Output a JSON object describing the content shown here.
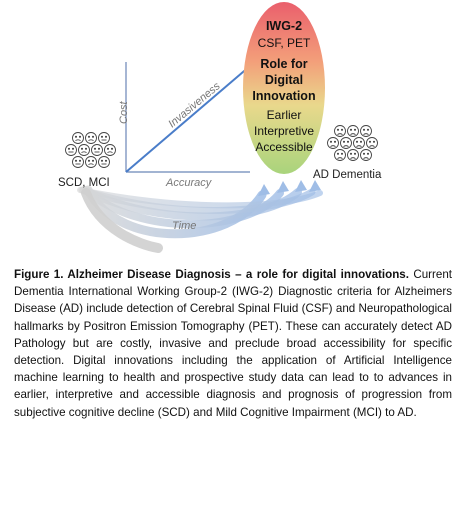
{
  "figure": {
    "oval_lines": [
      {
        "text": "IWG-2",
        "bold": true
      },
      {
        "text": "CSF, PET",
        "bold": false
      },
      {
        "text": "Role for",
        "bold": true
      },
      {
        "text": "Digital",
        "bold": true
      },
      {
        "text": "Innovation",
        "bold": true
      },
      {
        "text": "Earlier",
        "bold": false
      },
      {
        "text": "Interpretive",
        "bold": false
      },
      {
        "text": "Accessible",
        "bold": false
      }
    ],
    "left_label": "SCD, MCI",
    "right_label": "AD Dementia",
    "y_axis_label": "Cost",
    "x_axis_label": "Accuracy",
    "diagonal_label": "Invasiveness",
    "time_label": "Time",
    "colors": {
      "oval_top": "#e8606a",
      "oval_bottom": "#a8d27a",
      "arrow_blue": "#a9c3e6",
      "arrow_gray": "#c9c9c9",
      "axis_blue": "#4a7dc9"
    }
  },
  "caption": {
    "lead": "Figure 1. Alzheimer Disease Diagnosis – a role for digital innovations.",
    "body": " Current Dementia International Working Group-2 (IWG-2) Diagnostic criteria  for Alzheimers Disease (AD) include detection of Cerebral Spinal Fluid (CSF) and Neuropathological hallmarks by Positron Emission Tomography (PET). These can accurately detect AD Pathology but are costly, invasive and preclude broad accessibility for specific detection. Digital innovations including the application of Artificial Intelligence machine learning to health and prospective study data can lead to to advances in earlier, interpretive and accessible diagnosis and prognosis of progression from subjective cognitive decline (SCD) and Mild Cognitive Impairment (MCI) to AD."
  }
}
